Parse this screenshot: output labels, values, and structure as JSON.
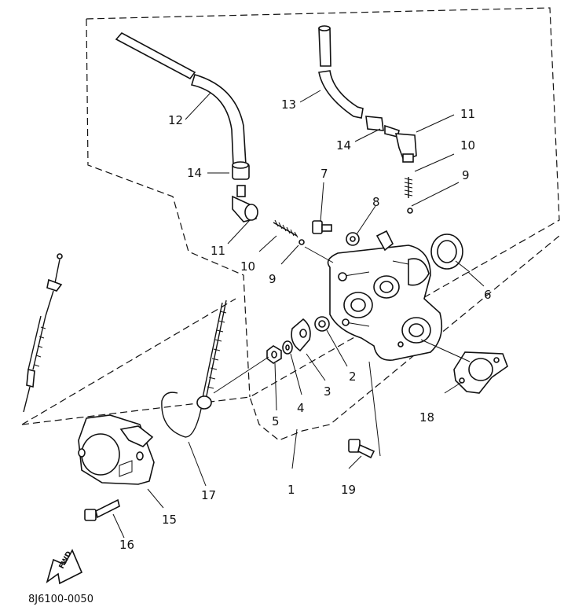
{
  "callouts": {
    "c1": "1",
    "c2": "2",
    "c3": "3",
    "c4": "4",
    "c5": "5",
    "c6": "6",
    "c7": "7",
    "c8": "8",
    "c9a": "9",
    "c9b": "9",
    "c10a": "10",
    "c10b": "10",
    "c11a": "11",
    "c11b": "11",
    "c12": "12",
    "c13": "13",
    "c14a": "14",
    "c14b": "14",
    "c15": "15",
    "c16": "16",
    "c17": "17",
    "c18": "18",
    "c19": "19"
  },
  "fwd_label": "FWD",
  "drawing_code": "8J6100-0050"
}
